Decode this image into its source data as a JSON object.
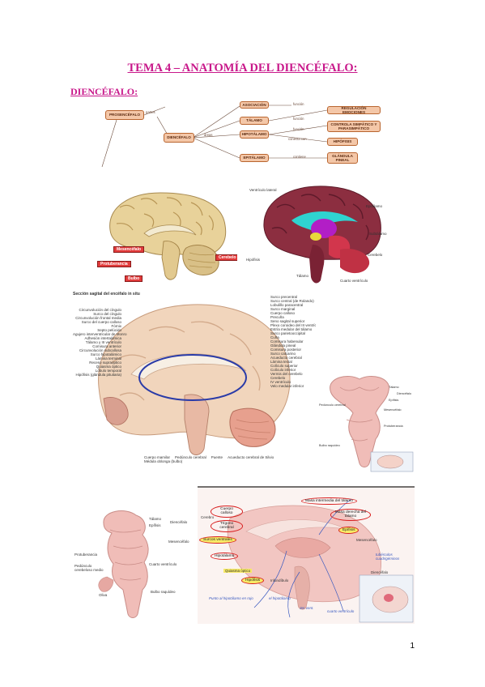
{
  "page": {
    "title": "TEMA 4 – ANATOMÍA DEL DIENCÉFALO:",
    "section": "DIENCÉFALO:",
    "page_number": "1"
  },
  "diagram": {
    "prosencefalo": "PROSENCÉFALO",
    "partes": "partes",
    "diencefalo": "DIENCÉFALO",
    "areas": "áreas",
    "asociacion": "ASOCIACIÓN",
    "talamo": "TÁLAMO",
    "hipotalamo": "HIPOTÁLAMO",
    "epitalamo": "EPITÁLAMO",
    "funcion1": "función",
    "funcion2": "función",
    "funcion3": "función",
    "conecta_con": "conecta con",
    "contiene": "contiene",
    "regulacion": "REGULACIÓN EMOCIONES",
    "controla": "CONTROLA SIMPÁTICO Y PARASIMPÁTICO",
    "hipofisis": "HIPÓFISIS",
    "glandula": "GLÁNDULA PINEAL"
  },
  "fig1": {
    "mesencefalo": "Mesencéfalo",
    "protuberancia": "Protuberancia",
    "bulbo": "Bulbo",
    "cerebelo": "Cerebelo"
  },
  "fig2": {
    "ventriculos": "Ventrículo lateral",
    "epitalamo": "Epitálamo",
    "subtalamo": "Subtálamo",
    "cerebelo": "Cerebelo",
    "hipofisis": "Hipófisis",
    "talamo": "Tálamo",
    "cuarto": "Cuarto ventrículo"
  },
  "fig3": {
    "heading": "Sección sagital del encéfalo in situ",
    "left_labels": [
      "Circunvolución del cíngulo",
      "Surco del cíngulo",
      "Circunvolución frontal media",
      "Surco del cuerpo calloso",
      "Fórnix",
      "Septo pelúcido",
      "Agujero interventricular de Monro",
      "Adhesión intertalámica",
      "Tálamo y III ventrículo",
      "Comisura anterior",
      "Circunvolución subcallosa",
      "Surco hipotalámico",
      "Lámina terminal",
      "Receso supraóptico",
      "Quiasma óptico",
      "Lóbulo temporal",
      "Hipófisis (glándula pituitaria)"
    ],
    "right_labels": [
      "Surco precentral",
      "Surco central (de Rolando)",
      "Lobulillo paracentral",
      "Surco marginal",
      "Cuerpo calloso",
      "Precuña",
      "Seno sagital superior",
      "Plexo coroideo del III ventrículo",
      "Estría medular del tálamo",
      "Surco parietooccipital",
      "Cuña",
      "Comisura habenular",
      "Glándula pineal",
      "Comisura posterior",
      "Surco calcarino",
      "Acueducto cerebral",
      "Lámina tectal",
      "Colículo superior",
      "Colículo inferior",
      "Vermis del cerebelo",
      "Cerebelo",
      "IV ventrículo",
      "Velo medular inferior"
    ],
    "bottom_labels": [
      "Cuerpo mamilar",
      "Pedúnculo cerebral",
      "Puente",
      "Acueducto cerebral de Silvio",
      "Médula oblonga (bulbo)"
    ]
  },
  "fig4": {
    "talamo": "Tálamo",
    "diencefalo": "Diencéfalo",
    "epifisis": "Epífisis",
    "mesencefalo": "Mesencéfalo",
    "protuberancia": "Protuberancia",
    "bulbo": "Bulbo raquídeo",
    "pedunculo": "Pedúnculo cerebral"
  },
  "fig5": {
    "talamo": "Tálamo",
    "epifisis": "Epífisis",
    "diencefalo": "Diencéfalo",
    "mesencefalo": "Mesencéfalo",
    "protuberancia": "Protuberancia",
    "cuarto": "Cuarto ventrículo",
    "pedunculo_medio": "Pedúnculo cerebeloso medio",
    "oliva": "Oliva",
    "bulbo": "Bulbo raquídeo"
  },
  "fig6": {
    "cuerpos_callosos": "Cuerpo calloso",
    "trigono": "Trígono cerebral",
    "cerebro": "Cerebro",
    "masa_intermedia": "Masa intermedia del tálamo",
    "masa_derecha": "Masa derecha del tálamo",
    "epifisis": "Epífisis",
    "mesencefalo": "Mesencéfalo",
    "surcos": "Surcos ventrales",
    "hipotalamo": "Hipotálamo",
    "quiasma": "Quiasma óptico",
    "hipofisis": "Hipófisis",
    "infundibulo": "Infundíbulo",
    "diencefalo": "Diencéfalo",
    "note1": "Punto al hipotálamo en rojo",
    "note2": "el hipotálamo",
    "note3": "3er vent.",
    "note4": "cuarto ventrículo",
    "note5": "tubérculos cuadrigéminos"
  }
}
